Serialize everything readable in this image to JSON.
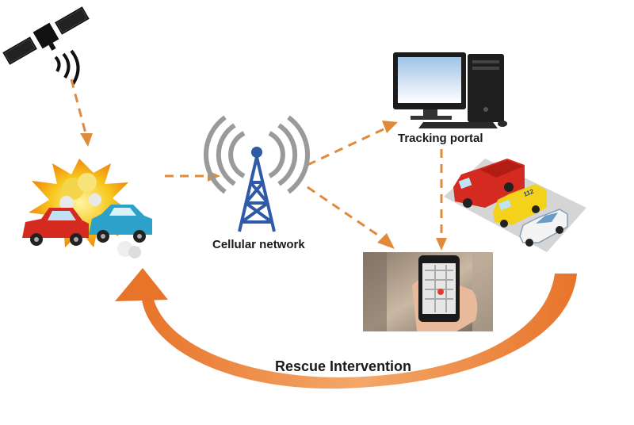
{
  "labels": {
    "cellular_network": "Cellular network",
    "tracking_portal": "Tracking portal",
    "rescue_intervention": "Rescue Intervention"
  },
  "vehicle_badge": "112",
  "colors": {
    "flow_arrow": "#e08a3c",
    "rescue_arrow": "#e8742a",
    "tower": "#2e5aa8",
    "fire_truck": "#d42a1f",
    "ambulance": "#f2d21b"
  },
  "icons": [
    "satellite-icon",
    "car-crash-icon",
    "cell-tower-icon",
    "computer-icon",
    "emergency-vehicles-icon",
    "smartphone-icon"
  ]
}
